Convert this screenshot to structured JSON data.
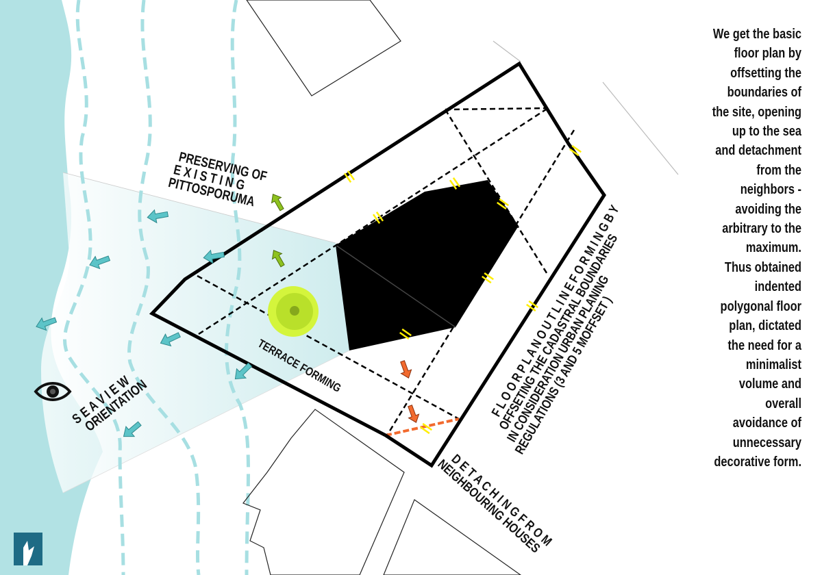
{
  "labels": {
    "preserving": [
      "PRESERVING OF",
      "E X I S T I N G",
      "PITTOSPORUMA"
    ],
    "terrace": "TERRACE FORMING",
    "sea_view": [
      "S E A   V I E W",
      "ORIENTATION"
    ],
    "detaching": [
      "D E T A C H I N G   F R O M",
      "NEIGHBOURING HOUSES"
    ],
    "floorplan": [
      "F L O O R P L A N   O U T L I N E   F O R M I N G   B Y",
      "OFFSETING THE CADASTRAL BOUNDARIES",
      "IN CONSIDERATION  URBAN PLANING",
      "REGULATIONS (3 AND 5 MOFFSET )"
    ]
  },
  "description": [
    "We get the basic",
    "floor plan by",
    "offsetting the",
    "boundaries of",
    "the site, opening",
    "up to the sea",
    "and detachment",
    "from the",
    "neighbors -",
    "avoiding the",
    "arbitrary to the",
    "maximum.",
    "Thus obtained",
    "indented",
    "polygonal floor",
    "plan, dictated",
    "the need for a",
    "minimalist",
    "volume and",
    "overall",
    "avoidance of",
    "unnecessary",
    "decorative form."
  ],
  "colors": {
    "sea": "#b2e2e4",
    "arrow": "#5cc4c8",
    "tree": "#8ec21f",
    "circle": "#d4f53c",
    "orange": "#f26a2e",
    "marker": "#ffee00"
  },
  "icons": [
    "eye-icon",
    "logo-icon"
  ]
}
